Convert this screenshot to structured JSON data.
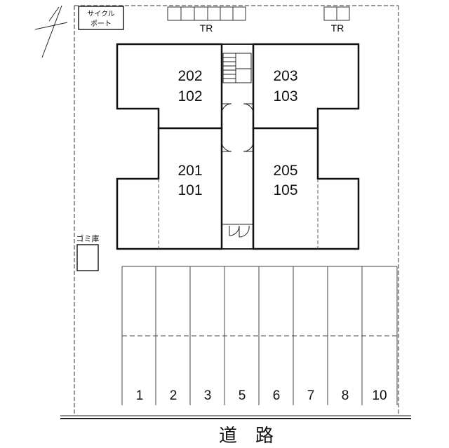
{
  "cycle_port": {
    "line1": "サイクル",
    "line2": "ポート"
  },
  "transformers": [
    {
      "label": "TR"
    },
    {
      "label": "TR"
    }
  ],
  "units": {
    "top_left": {
      "upper": "202",
      "lower": "102"
    },
    "top_right": {
      "upper": "203",
      "lower": "103"
    },
    "bottom_left": {
      "upper": "201",
      "lower": "101"
    },
    "bottom_right": {
      "upper": "205",
      "lower": "105"
    }
  },
  "garbage": {
    "label": "ゴミ庫"
  },
  "parking": [
    {
      "label": "1"
    },
    {
      "label": "2"
    },
    {
      "label": "3"
    },
    {
      "label": "5"
    },
    {
      "label": "6"
    },
    {
      "label": "7"
    },
    {
      "label": "8"
    },
    {
      "label": "10"
    }
  ],
  "road": {
    "label": "道　路"
  }
}
